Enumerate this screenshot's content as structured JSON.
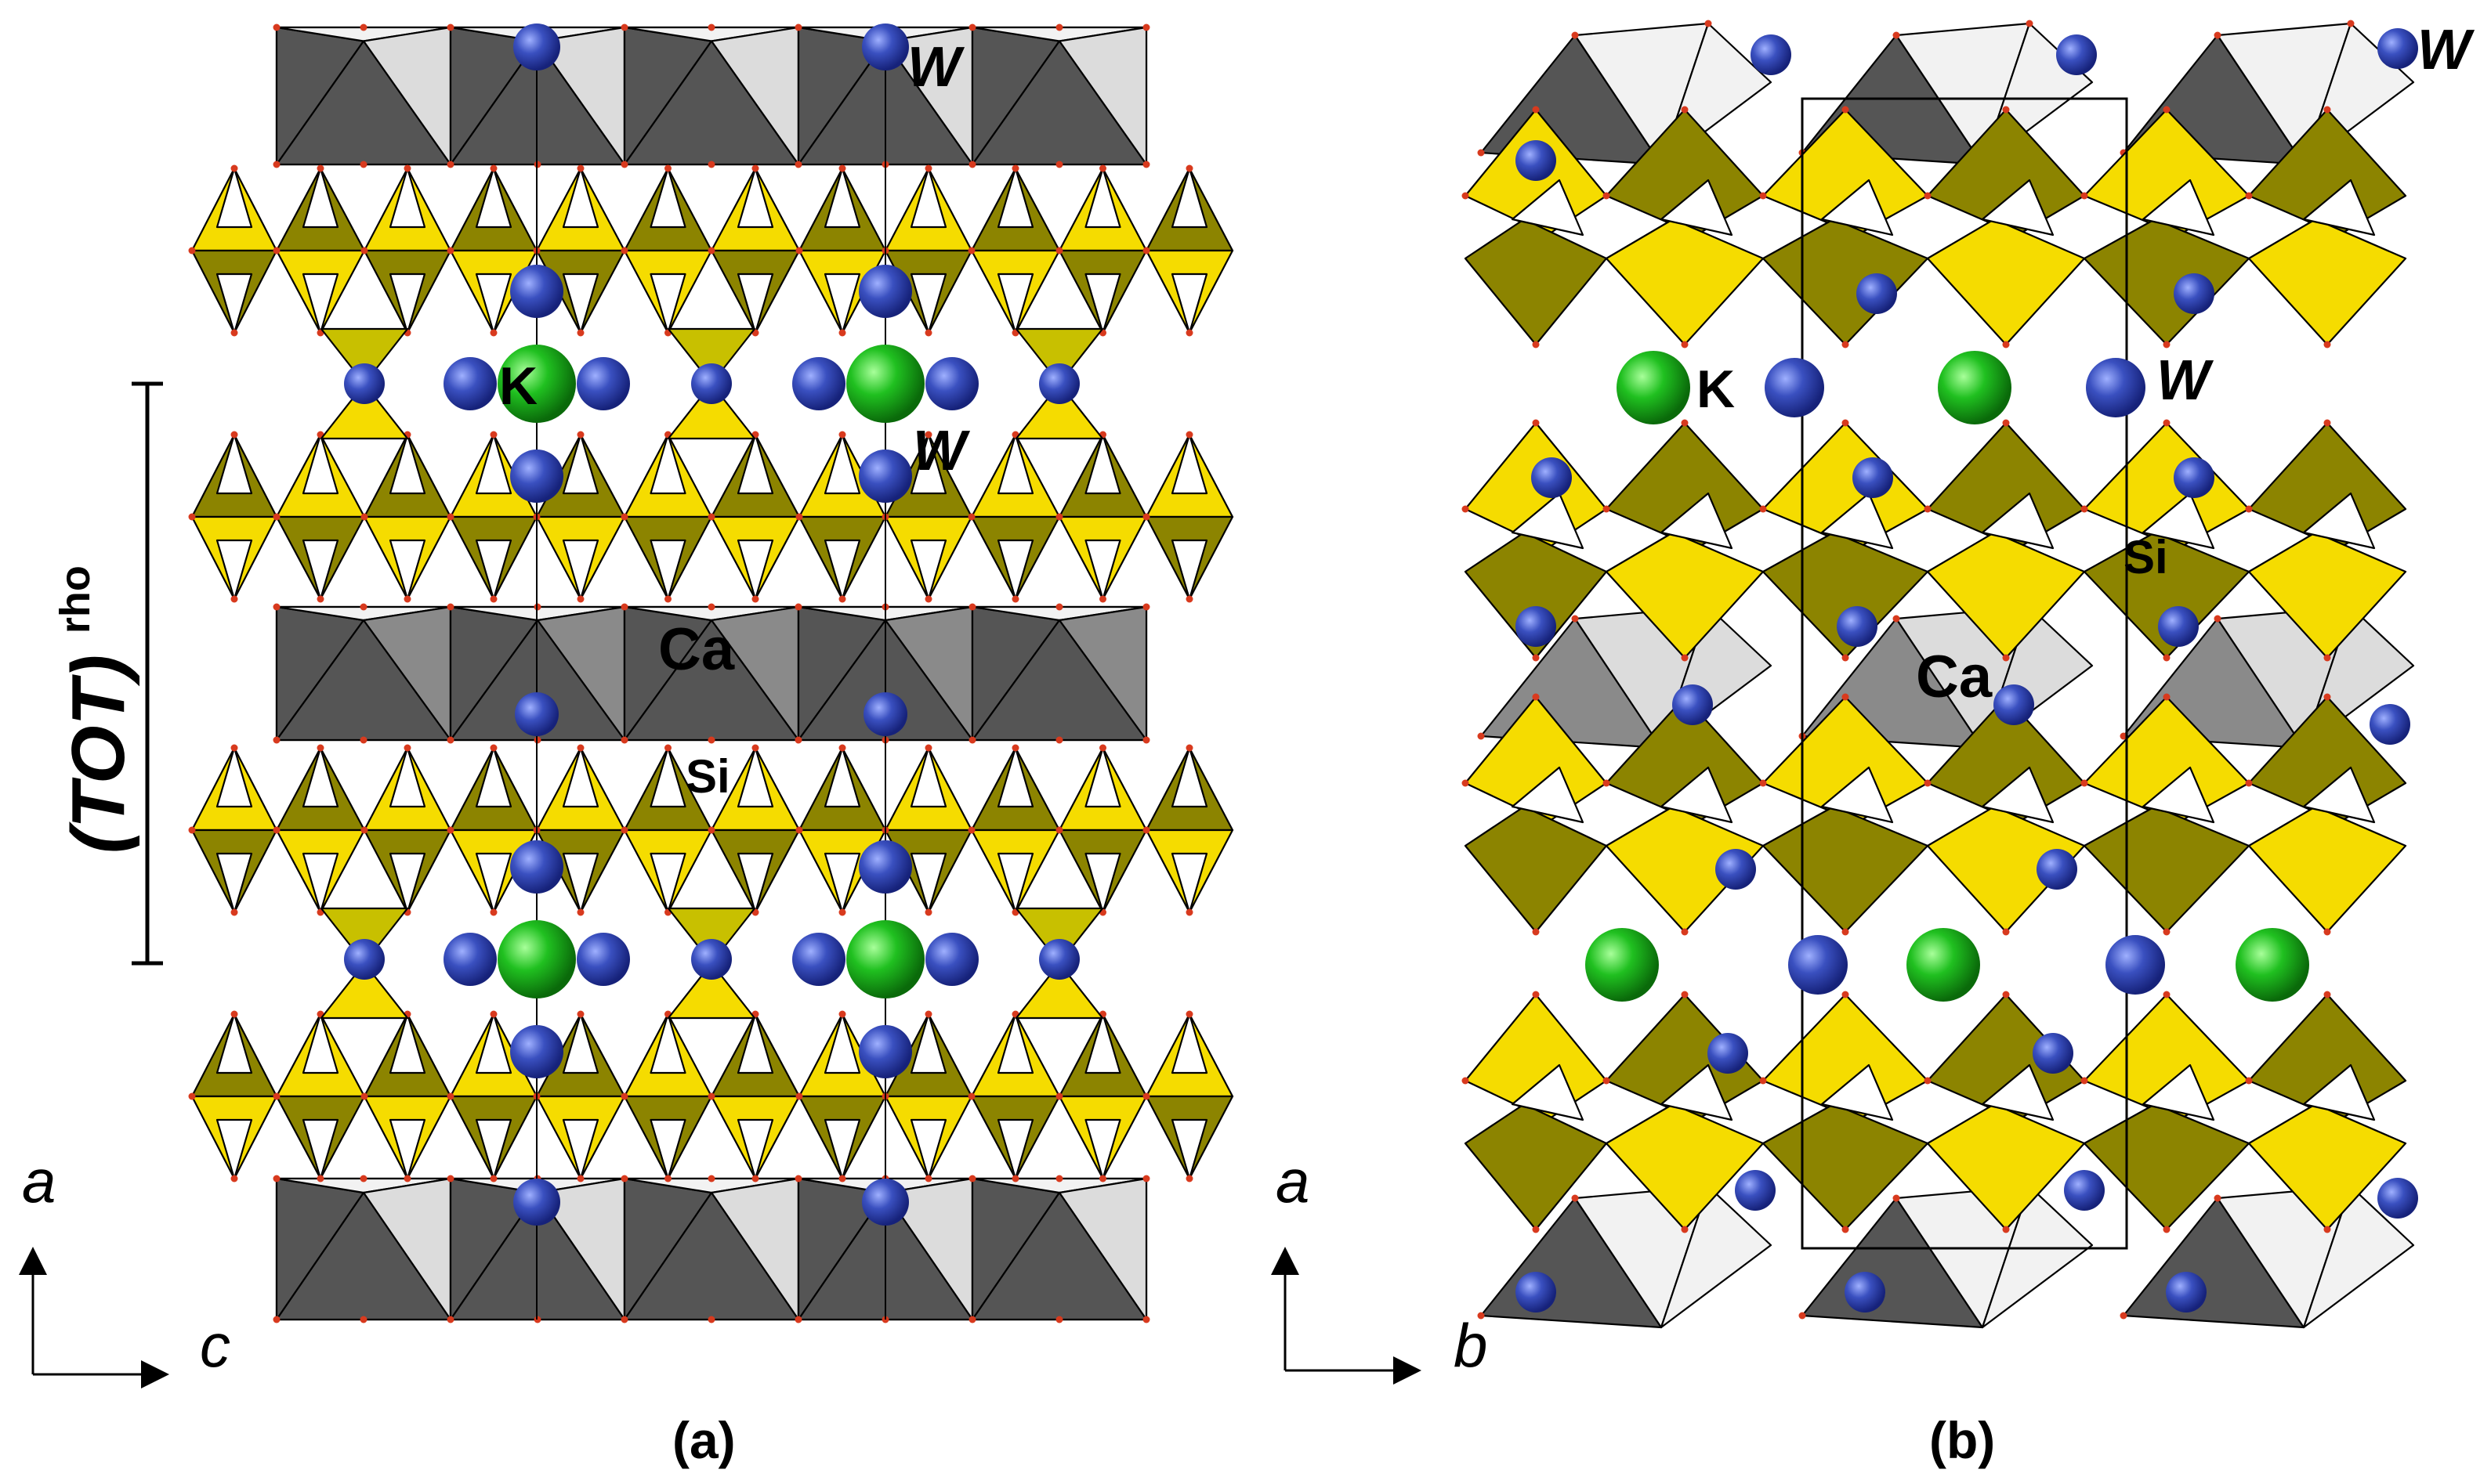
{
  "panel_a": {
    "caption": "(a)",
    "labels": {
      "k": "K",
      "w_top": "W",
      "w_mid": "W",
      "ca": "Ca",
      "si": "Si"
    },
    "layer_label": {
      "main": "(TOT)",
      "superscript": "rho"
    },
    "axes": {
      "vertical": "a",
      "horizontal": "c"
    }
  },
  "panel_b": {
    "caption": "(b)",
    "labels": {
      "k": "K",
      "w_top": "W",
      "w_mid": "W",
      "ca": "Ca",
      "si": "Si"
    },
    "axes": {
      "vertical": "a",
      "horizontal": "b"
    }
  },
  "colors": {
    "tetra_yellow": "#f5dc00",
    "tetra_olive": "#8c8400",
    "tetra_mid": "#c8c000",
    "octa_dark": "#555555",
    "octa_mid": "#8a8a8a",
    "octa_light": "#dcdcdc",
    "octa_white": "#f2f2f2",
    "water_blue": "#2e43a8",
    "potassium_green": "#1cb81c",
    "oxygen_red": "#d83a1e"
  }
}
